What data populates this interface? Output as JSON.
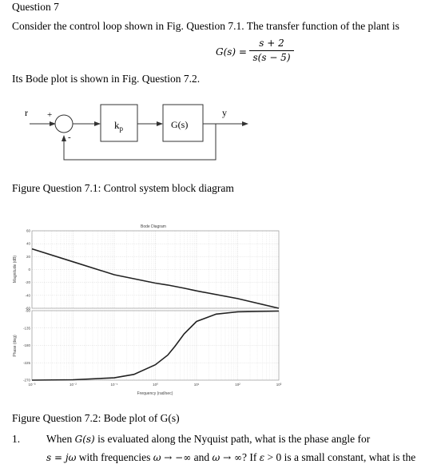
{
  "question": {
    "heading": "Question 7",
    "intro": "Consider the control loop shown in Fig. Question 7.1.  The transfer function of the plant is",
    "tf_lhs": "G(s) =",
    "tf_num": "s + 2",
    "tf_den": "s(s − 5)",
    "bode_sentence": "Its Bode plot is shown in Fig. Question 7.2."
  },
  "block_diagram": {
    "input_label": "r",
    "output_label": "y",
    "plus_sign": "+",
    "minus_sign": "-",
    "gain_block": "k",
    "gain_subscript": "p",
    "plant_block": "G(s)",
    "caption": "Figure Question 7.1: Control system block diagram"
  },
  "bode": {
    "title": "Bode Diagram",
    "mag_ylabel": "Magnitude (dB)",
    "phase_ylabel": "Phase (deg)",
    "xlabel": "Frequency  (rad/sec)",
    "caption": "Figure Question 7.2: Bode plot of G(s)"
  },
  "chart_data": [
    {
      "type": "line",
      "title": "Bode Diagram",
      "ylabel": "Magnitude (dB)",
      "xlabel": "",
      "xscale": "log",
      "xlim": [
        0.001,
        1000
      ],
      "ylim": [
        -60,
        60
      ],
      "yticks": [
        "60",
        "40",
        "20",
        "0",
        "-20",
        "-40",
        "-60"
      ],
      "grid": true,
      "series": [
        {
          "x": [
            0.001,
            0.01,
            0.1,
            1,
            2,
            5,
            10,
            100,
            1000
          ],
          "y": [
            32,
            12,
            -8,
            -21,
            -24,
            -29,
            -33,
            -45,
            -60
          ]
        }
      ]
    },
    {
      "type": "line",
      "title": "",
      "ylabel": "Phase (deg)",
      "xlabel": "Frequency  (rad/sec)",
      "xscale": "log",
      "xlim": [
        0.001,
        1000
      ],
      "ylim": [
        -270,
        -90
      ],
      "yticks": [
        "-90",
        "-135",
        "-180",
        "-225",
        "-270"
      ],
      "xticks": [
        "10⁻³",
        "10⁻²",
        "10⁻¹",
        "10⁰",
        "10¹",
        "10²",
        "10³"
      ],
      "grid": true,
      "series": [
        {
          "x": [
            0.001,
            0.01,
            0.1,
            0.3,
            1,
            2,
            3,
            5,
            10,
            30,
            100,
            1000
          ],
          "y": [
            -270,
            -269,
            -264,
            -255,
            -230,
            -205,
            -182,
            -150,
            -118,
            -99,
            -93,
            -91
          ]
        }
      ]
    }
  ],
  "footer": {
    "item_number": "1.",
    "line1_a": "When ",
    "line1_math": "G(s)",
    "line1_b": " is evaluated along the Nyquist path, what is the phase angle for",
    "line2_a_math": "s = jω",
    "line2_b": " with frequencies ",
    "line2_c_math": "ω → −∞",
    "line2_d": " and ",
    "line2_e_math": "ω → ∞",
    "line2_f": "? If ",
    "line2_g_math": "ε",
    "line2_h": " > 0 is a small constant, what is the"
  }
}
